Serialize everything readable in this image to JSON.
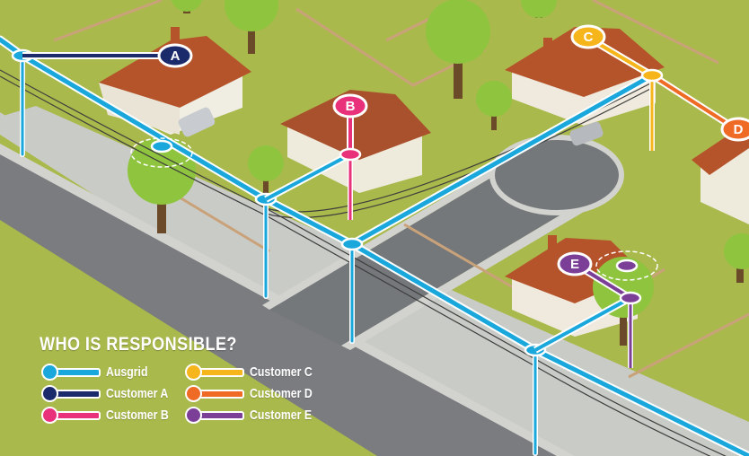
{
  "legend": {
    "title": "WHO IS RESPONSIBLE?",
    "items": [
      {
        "label": "Ausgrid",
        "color": "#1aa7dc"
      },
      {
        "label": "Customer A",
        "color": "#1b2a6b"
      },
      {
        "label": "Customer B",
        "color": "#e8317a"
      },
      {
        "label": "Customer C",
        "color": "#f7b51c"
      },
      {
        "label": "Customer D",
        "color": "#ef6a24"
      },
      {
        "label": "Customer E",
        "color": "#7b3f98"
      }
    ]
  },
  "markers": {
    "a": "A",
    "b": "B",
    "c": "C",
    "d": "D",
    "e": "E"
  }
}
